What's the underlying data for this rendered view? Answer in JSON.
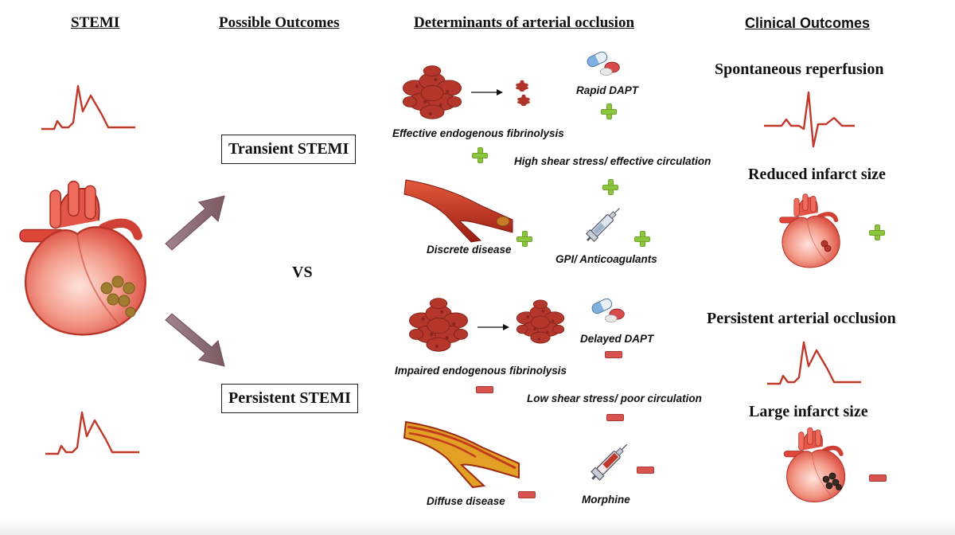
{
  "headers": {
    "stemi": "STEMI",
    "possible_outcomes": "Possible Outcomes",
    "determinants": "Determinants of arterial occlusion",
    "clinical_outcomes": "Clinical Outcomes"
  },
  "outcomes": {
    "transient": "Transient STEMI",
    "persistent": "Persistent STEMI",
    "vs": "VS"
  },
  "determinants_top": {
    "fibrinolysis": "Effective endogenous fibrinolysis",
    "dapt": "Rapid DAPT",
    "shear": "High shear stress/ effective circulation",
    "disease": "Discrete disease",
    "drug": "GPI/ Anticoagulants"
  },
  "determinants_bottom": {
    "fibrinolysis": "Impaired endogenous fibrinolysis",
    "dapt": "Delayed DAPT",
    "shear": "Low  shear stress/ poor circulation",
    "disease": "Diffuse disease",
    "drug": "Morphine"
  },
  "clinical": {
    "spontaneous": "Spontaneous reperfusion",
    "reduced": "Reduced infarct size",
    "persistent_occlusion": "Persistent arterial occlusion",
    "large": "Large infarct size"
  },
  "colors": {
    "ecg": "#c0392b",
    "arrow": "#8e6a72",
    "plus": "#8cc63f",
    "minus": "#d9534f",
    "heart": "#e8574a",
    "clot": "#b5372c"
  },
  "icons": {
    "plus": "plus-icon",
    "minus": "minus-icon",
    "pill": "pill-icon",
    "syringe": "syringe-icon",
    "heart": "heart-icon",
    "clot": "thrombus-icon",
    "artery": "artery-icon",
    "ecg": "ecg-trace-icon"
  }
}
